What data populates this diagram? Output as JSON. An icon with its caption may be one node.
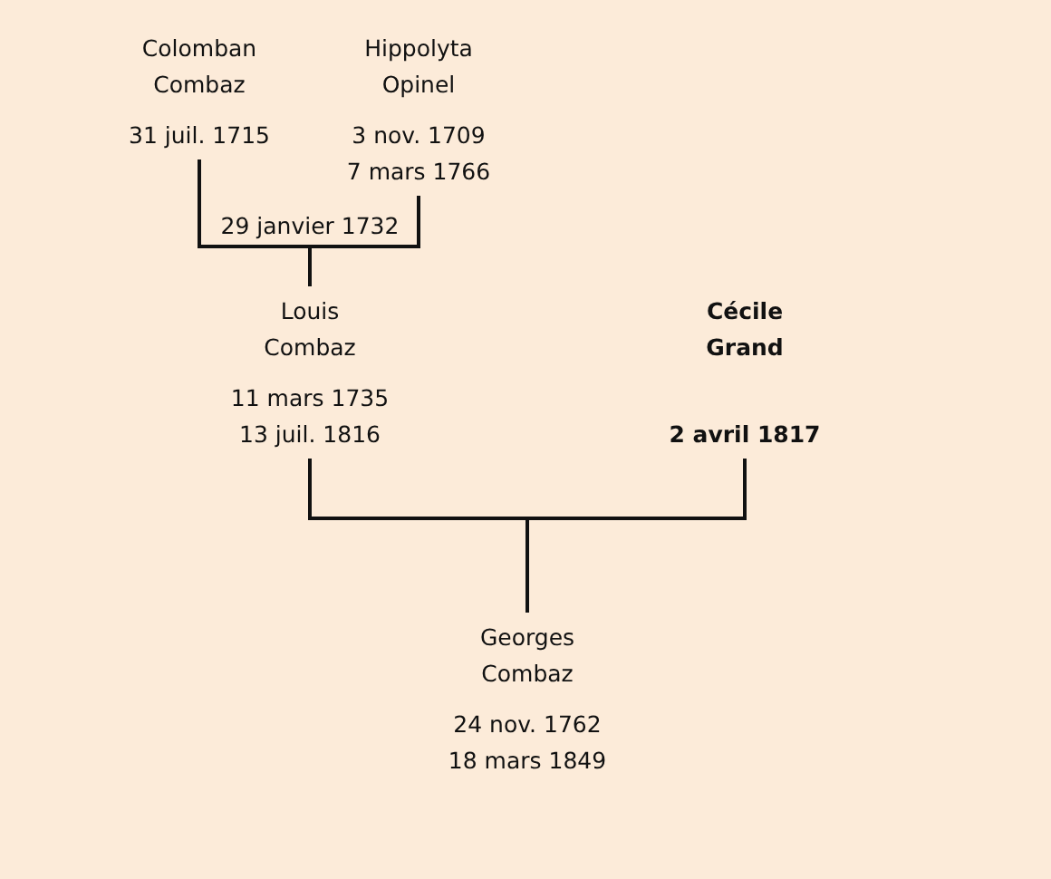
{
  "diagram": {
    "nodes": [
      {
        "text": [
          "Colomban Combaz",
          "31 juil. 1715"
        ]
      },
      {
        "text": [
          "Hippolyta Opinel",
          "3 nov. 1709",
          "7 mars 1766"
        ]
      },
      {
        "text": [
          "Louis Combaz",
          "11 mars 1735",
          "13 juil. 1816"
        ]
      },
      {
        "text": [
          "Cécile Grand",
          "2 avril 1817"
        ]
      },
      {
        "text": [
          "Georges Combaz",
          "24 nov. 1762",
          "18 mars 1849"
        ]
      }
    ],
    "edges": [
      {
        "from": 0,
        "to": 2,
        "arrow": "none"
      },
      {
        "from": 1,
        "to": 2,
        "arrow": "none"
      },
      {
        "from": 2,
        "to": 4,
        "arrow": "none"
      },
      {
        "from": 3,
        "to": 4,
        "arrow": "none"
      }
    ],
    "labels": [
      "29 janvier 1732"
    ]
  }
}
